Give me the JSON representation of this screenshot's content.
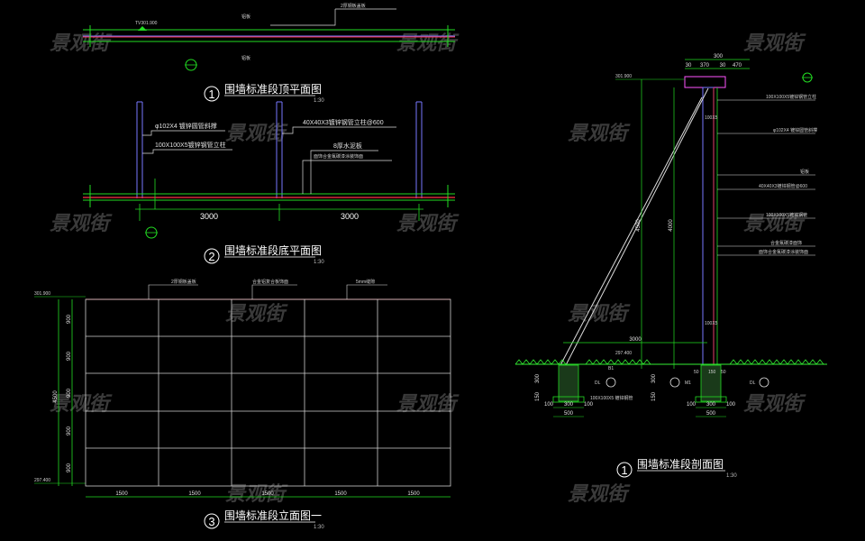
{
  "watermark": "景观街",
  "colors": {
    "background": "#000000",
    "dim_line": "#22dd22",
    "post": "#7777ff",
    "base": "#ff3344",
    "leader": "#dddddd",
    "grid": "#cfcfcf"
  },
  "plan_top": {
    "number": "1",
    "title": "围墙标准段顶平面图",
    "scale": "1:30",
    "label_tv": "TV301.900",
    "label_note": "2厚钢板盖板",
    "label_a": "铝板",
    "label_b": "铝板"
  },
  "plan_bottom": {
    "number": "2",
    "title": "围墙标准段底平面图",
    "scale": "1:30",
    "callouts": [
      "φ102X4  镀锌圆管斜撑",
      "40X40X3镀锌钢管立柱@600",
      "100X100X5镀锌钢管立柱",
      "8厚水泥板",
      "面饰合金氟碳漆涂装饰面"
    ],
    "dimensions": [
      "3000",
      "3000"
    ]
  },
  "elevation": {
    "number": "3",
    "title": "围墙标准段立面图一",
    "scale": "1:30",
    "top_level": "301.900",
    "bottom_level": "297.400",
    "callouts": [
      "2厚钢板盖板",
      "合金铝复合板饰面",
      "5mm缝隙"
    ],
    "height_total": "4500",
    "row_dims": [
      "900",
      "900",
      "900",
      "900",
      "900"
    ],
    "column_dims": [
      "1500",
      "1500",
      "1500",
      "1500",
      "1500"
    ]
  },
  "section": {
    "number": "1",
    "title": "围墙标准段剖面图",
    "scale": "1:30",
    "top_level": "301.900",
    "ground_level": "297.400",
    "span": "3000",
    "top_dims": [
      "300",
      "30",
      "370",
      "30",
      "470"
    ],
    "height_dims": [
      "4500",
      "4000"
    ],
    "pipe_tags": [
      "100X5",
      "100X5"
    ],
    "callouts": [
      "100X100X5镀锌钢管立柱",
      "φ102X4  镀锌圆管斜撑",
      "铝板",
      "40X40X3镀锌钢管@600",
      "100X100X5镀锌钢管",
      "合金氟碳漆面饰",
      "面饰合金氟碳漆涂装饰面"
    ],
    "footing_left": {
      "dims": [
        "100",
        "300",
        "100"
      ],
      "width": "500",
      "levels": [
        "300",
        "150"
      ],
      "tag": "100X100X5 镀锌钢管",
      "label": "B1"
    },
    "footing_right": {
      "dims": [
        "100",
        "300",
        "100"
      ],
      "width": "500",
      "levels": [
        "300",
        "150"
      ],
      "label": "M1"
    },
    "small_labels": [
      "50",
      "150",
      "50",
      "DL",
      "DL"
    ]
  }
}
